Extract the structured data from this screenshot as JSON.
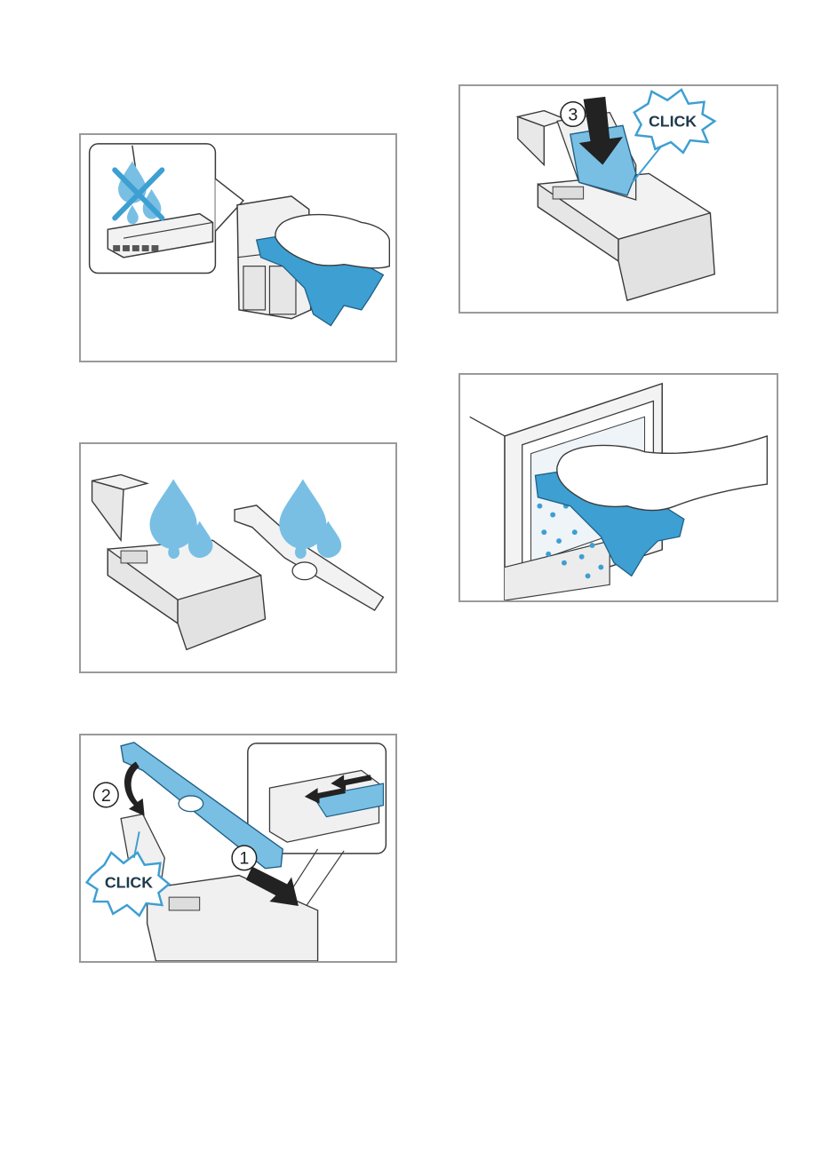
{
  "step_markers": {
    "one": "1",
    "two": "2",
    "three": "3"
  },
  "sound_labels": {
    "click_a": "CLICK",
    "click_b": "CLICK"
  },
  "colors": {
    "accent_blue": "#3d9fd2",
    "light_blue": "#79bfe4",
    "outline": "#3a3a3a",
    "frame": "#9a9a9a"
  }
}
